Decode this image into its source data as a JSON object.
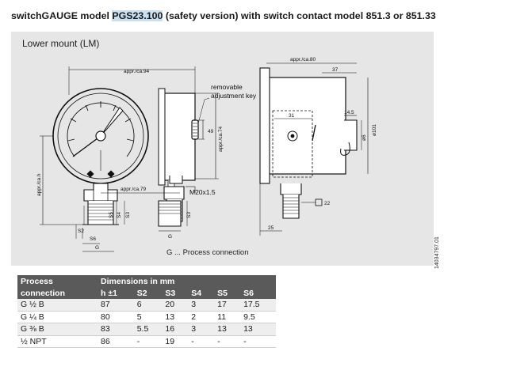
{
  "title": {
    "prefix": "switchGAUGE model ",
    "highlight": "PGS23.100",
    "suffix": " (safety version) with switch contact model 851.3 or 851.33"
  },
  "panel": {
    "label": "Lower mount (LM)",
    "caption": "G ... Process connection",
    "doc_number": "14034797.01"
  },
  "drawing_labels": {
    "appr_ca94": "appr./ca.94",
    "removable": "removable",
    "adjustment_key": "adjustment key",
    "dim49": "49",
    "appr_ca74": "appr./ca.74",
    "appr_cah": "appr./ca.h",
    "appr_ca79": "appr./ca.79",
    "m20": "M20x1.5",
    "s5": "S5",
    "s4": "S4",
    "s3": "S3",
    "s3b": "S3",
    "s2": "S2",
    "s6": "S6",
    "g1": "G",
    "g2": "G",
    "appr_ca80": "appr./ca.80",
    "dim37": "37",
    "dim31": "31",
    "dim14_5": "14.5",
    "dim6": "ø6",
    "dim101": "ø101",
    "dim22": "22",
    "dim25": "25"
  },
  "table": {
    "head1": [
      "Process",
      "Dimensions in mm"
    ],
    "head2": [
      "connection",
      "h ±1",
      "S2",
      "S3",
      "S4",
      "S5",
      "S6"
    ],
    "rows": [
      [
        "G ½ B",
        "87",
        "6",
        "20",
        "3",
        "17",
        "17.5"
      ],
      [
        "G ¼ B",
        "80",
        "5",
        "13",
        "2",
        "11",
        "9.5"
      ],
      [
        "G ⅜ B",
        "83",
        "5.5",
        "16",
        "3",
        "13",
        "13"
      ],
      [
        "½ NPT",
        "86",
        "-",
        "19",
        "-",
        "-",
        "-"
      ]
    ]
  }
}
